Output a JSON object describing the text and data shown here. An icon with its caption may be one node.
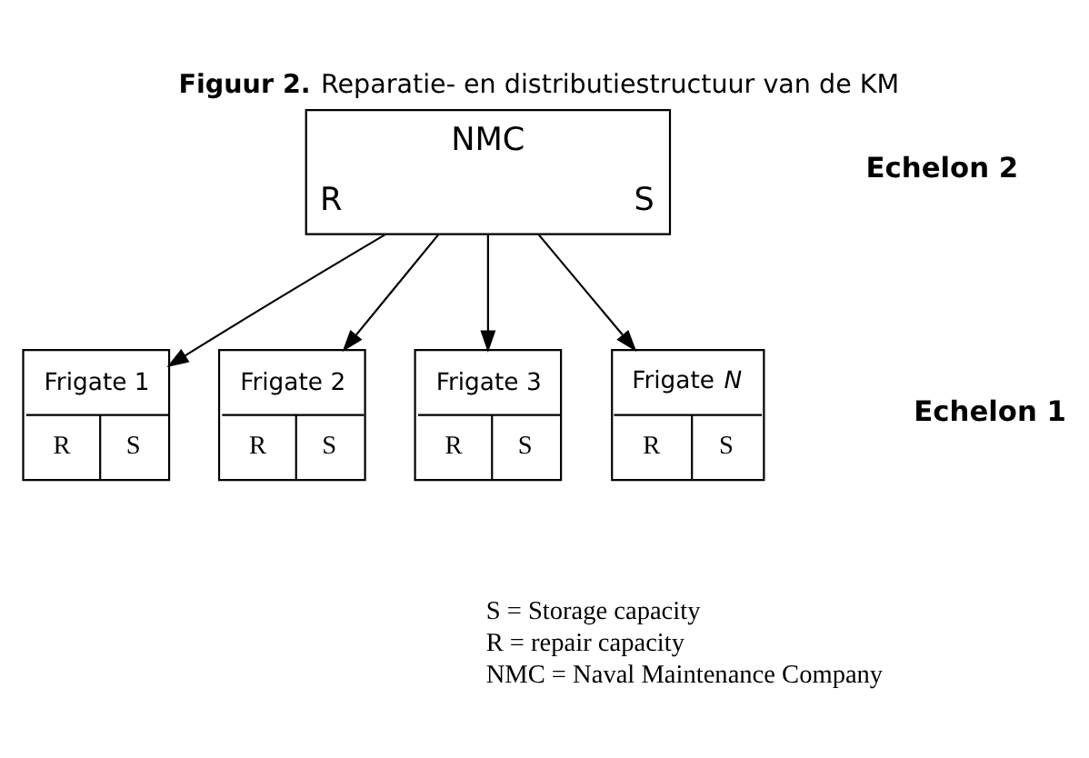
{
  "diagram": {
    "title": "**Figuur 2.** Reparatie- en distributiestructuur van de KM",
    "nodes": [
      {
        "text": [
          "NMC",
          "R",
          "S"
        ]
      },
      {
        "text": [
          "Frigate 1",
          "R",
          "S"
        ]
      },
      {
        "text": [
          "Frigate 2",
          "R",
          "S"
        ]
      },
      {
        "text": [
          "Frigate 3",
          "R",
          "S"
        ]
      },
      {
        "text": [
          "Frigate *N*",
          "R",
          "S"
        ]
      }
    ],
    "edges": [
      {
        "from": 0,
        "to": 1,
        "arrow": "to"
      },
      {
        "from": 0,
        "to": 2,
        "arrow": "to"
      },
      {
        "from": 0,
        "to": 3,
        "arrow": "to"
      },
      {
        "from": 0,
        "to": 4,
        "arrow": "to"
      }
    ],
    "labels": [
      "Echelon 2",
      "Echelon 1",
      "S = Storage capacity",
      "R = repair capacity",
      "NMC = Naval Maintenance Company"
    ]
  }
}
